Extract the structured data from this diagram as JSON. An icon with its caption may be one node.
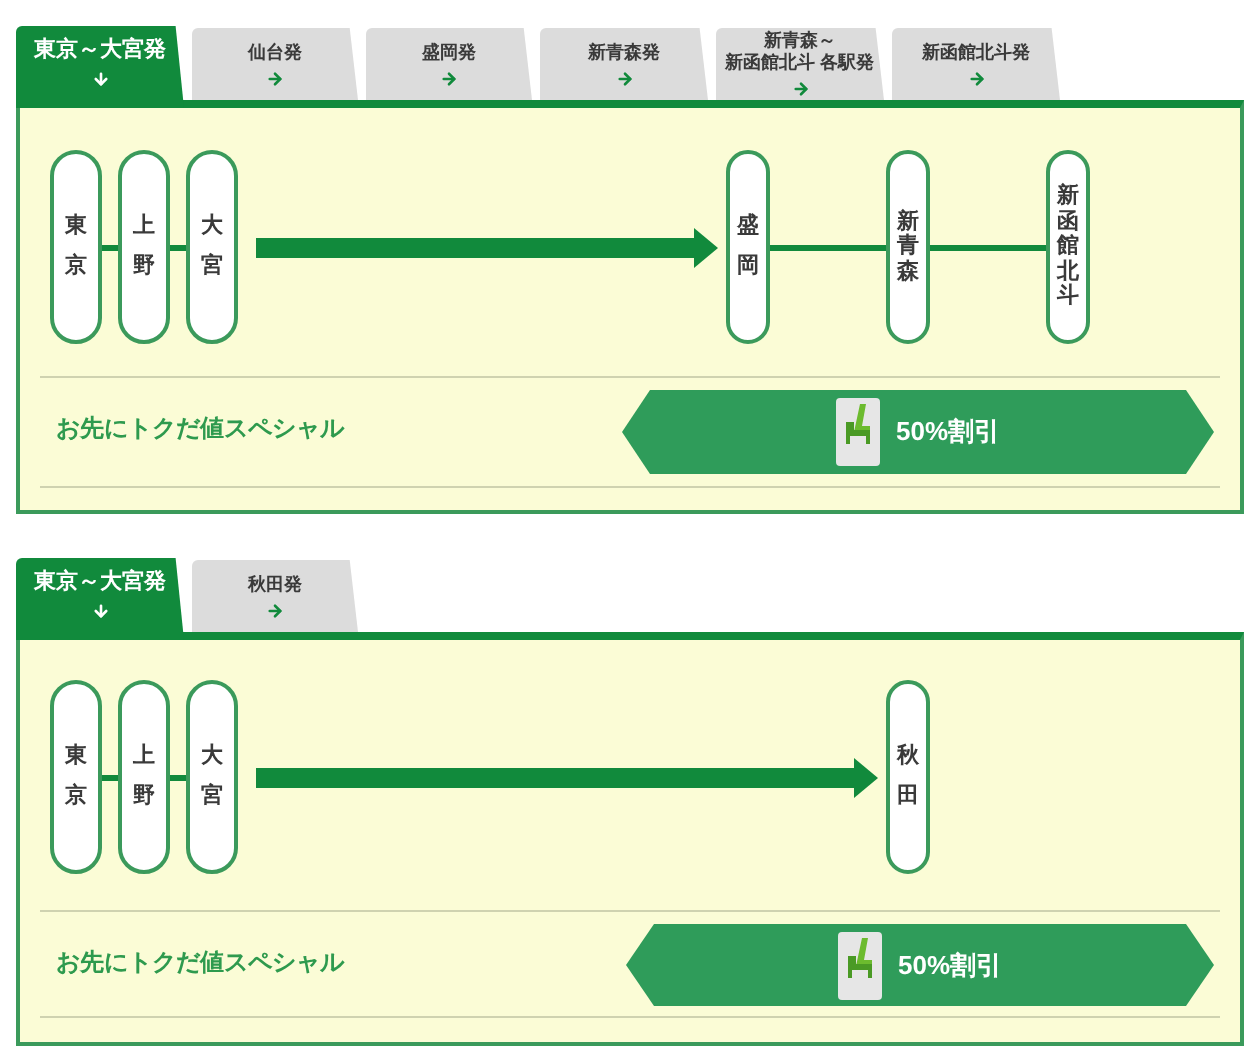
{
  "diagram": {
    "nodes": [
      {
        "text": [
          "東京～大宮発"
        ]
      },
      {
        "text": [
          "仙台発"
        ]
      },
      {
        "text": [
          "盛岡発"
        ]
      },
      {
        "text": [
          "新青森発"
        ]
      },
      {
        "text": [
          "新青森～新函館北斗 各駅発"
        ]
      },
      {
        "text": [
          "新函館北斗発"
        ]
      },
      {
        "text": [],
        "shape": "box"
      },
      {
        "text": [
          "東京"
        ],
        "in": 6
      },
      {
        "text": [
          "上野"
        ],
        "in": 6
      },
      {
        "text": [
          "大宮"
        ],
        "in": 6
      },
      {
        "text": [
          "盛岡"
        ],
        "in": 6
      },
      {
        "text": [
          "新青森"
        ],
        "in": 6
      },
      {
        "text": [
          "新函館北斗"
        ],
        "in": 6
      },
      {
        "text": [
          "50%割引"
        ],
        "in": 6
      },
      {
        "text": [
          "東京～大宮発"
        ]
      },
      {
        "text": [
          "秋田発"
        ]
      },
      {
        "text": [],
        "shape": "box"
      },
      {
        "text": [
          "東京"
        ],
        "in": 16
      },
      {
        "text": [
          "上野"
        ],
        "in": 16
      },
      {
        "text": [
          "大宮"
        ],
        "in": 16
      },
      {
        "text": [
          "秋田"
        ],
        "in": 16
      },
      {
        "text": [
          "50%割引"
        ],
        "in": 16
      }
    ],
    "edges": [
      {
        "from": 7,
        "to": 8,
        "arrow": "none"
      },
      {
        "from": 8,
        "to": 9,
        "arrow": "none"
      },
      {
        "from": 9,
        "to": 10,
        "arrow": "to",
        "style": "thick"
      },
      {
        "from": 10,
        "to": 11,
        "arrow": "none"
      },
      {
        "from": 11,
        "to": 12,
        "arrow": "none"
      },
      {
        "from": 17,
        "to": 18,
        "arrow": "none"
      },
      {
        "from": 18,
        "to": 19,
        "arrow": "none"
      },
      {
        "from": 19,
        "to": 20,
        "arrow": "to",
        "style": "thick"
      }
    ],
    "labels": [
      "お先にトクだ値スペシャル",
      "お先にトクだ値スペシャル"
    ]
  }
}
